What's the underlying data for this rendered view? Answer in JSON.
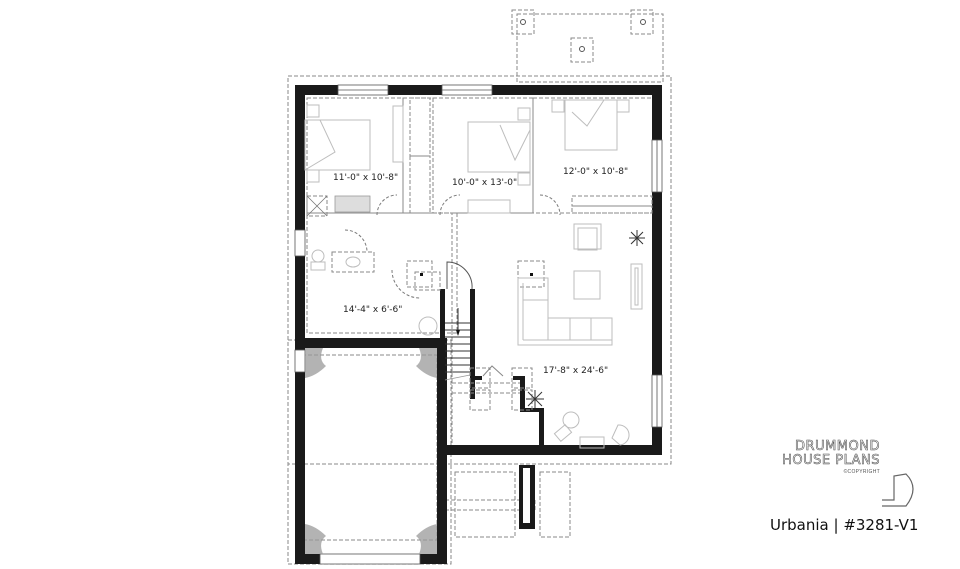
{
  "plan": {
    "rooms": [
      {
        "name": "bedroom-1",
        "dimensions": "11'-0\" x 10'-8\""
      },
      {
        "name": "bedroom-2",
        "dimensions": "10'-0\" x 13'-0\""
      },
      {
        "name": "bedroom-3",
        "dimensions": "12'-0\" x 10'-8\""
      },
      {
        "name": "laundry-bathroom",
        "dimensions": "14'-4\" x 6'-6\""
      },
      {
        "name": "family-room",
        "dimensions": "17'-8\" x 24'-6\""
      }
    ]
  },
  "branding": {
    "line1": "DRUMMOND",
    "line2": "HOUSE PLANS",
    "copyright": "©COPYRIGHT",
    "plan_title": "Urbania | #3281-V1"
  },
  "colors": {
    "wall": "#1a1a1a",
    "dashed_line": "#8a8a8a",
    "furniture": "#bdbdbd",
    "background": "#ffffff"
  }
}
